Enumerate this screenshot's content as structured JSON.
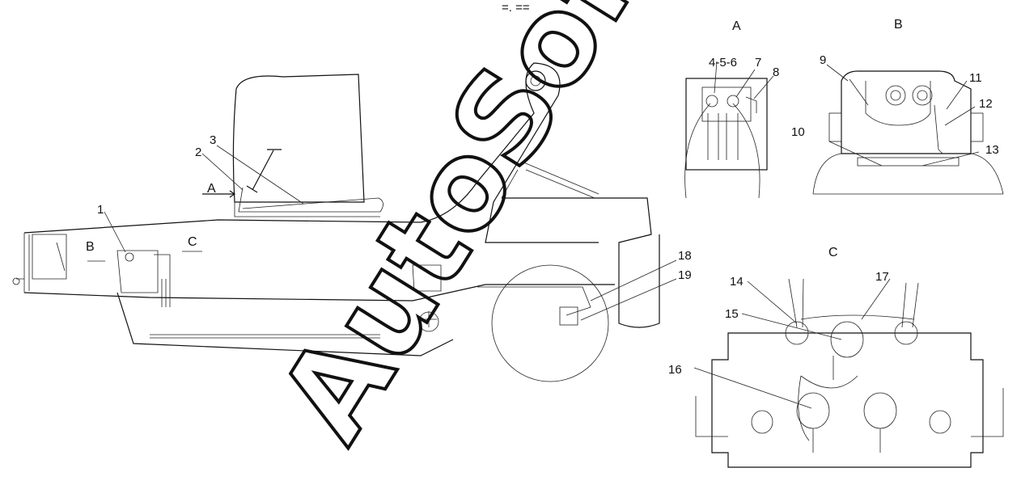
{
  "header_mark": "=. ==",
  "watermark": "AutoSoft",
  "views": {
    "a": "A",
    "b": "B",
    "c": "C"
  },
  "section_marks": {
    "a": "A",
    "b": "B",
    "c": "C"
  },
  "callouts": {
    "c1": "1",
    "c2": "2",
    "c3": "3",
    "c456": "4-5-6",
    "c7": "7",
    "c8": "8",
    "c9": "9",
    "c10": "10",
    "c11": "11",
    "c12": "12",
    "c13": "13",
    "c14": "14",
    "c15": "15",
    "c16": "16",
    "c17": "17",
    "c18": "18",
    "c19": "19"
  }
}
